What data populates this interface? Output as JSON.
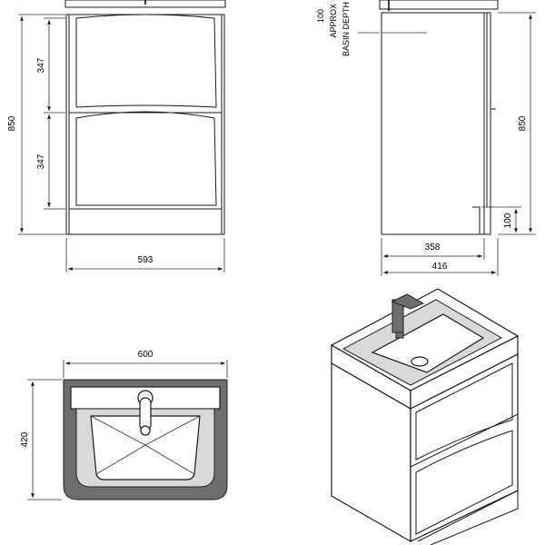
{
  "front_view": {
    "width_label": "593",
    "height_label": "850",
    "drawer_top_label": "347",
    "drawer_bottom_label": "347"
  },
  "side_view": {
    "height_label": "850",
    "depth_label": "358",
    "depth_total_label": "416",
    "plinth_label": "100",
    "basin_note": [
      "100",
      "APPROX",
      "BASIN DEPTH"
    ]
  },
  "plan_view": {
    "width_label": "600",
    "depth_label": "420"
  },
  "colors": {
    "line": "#1a1a1a",
    "fill_dark": "#6e6e6e",
    "fill_light": "#d9d9d9"
  }
}
